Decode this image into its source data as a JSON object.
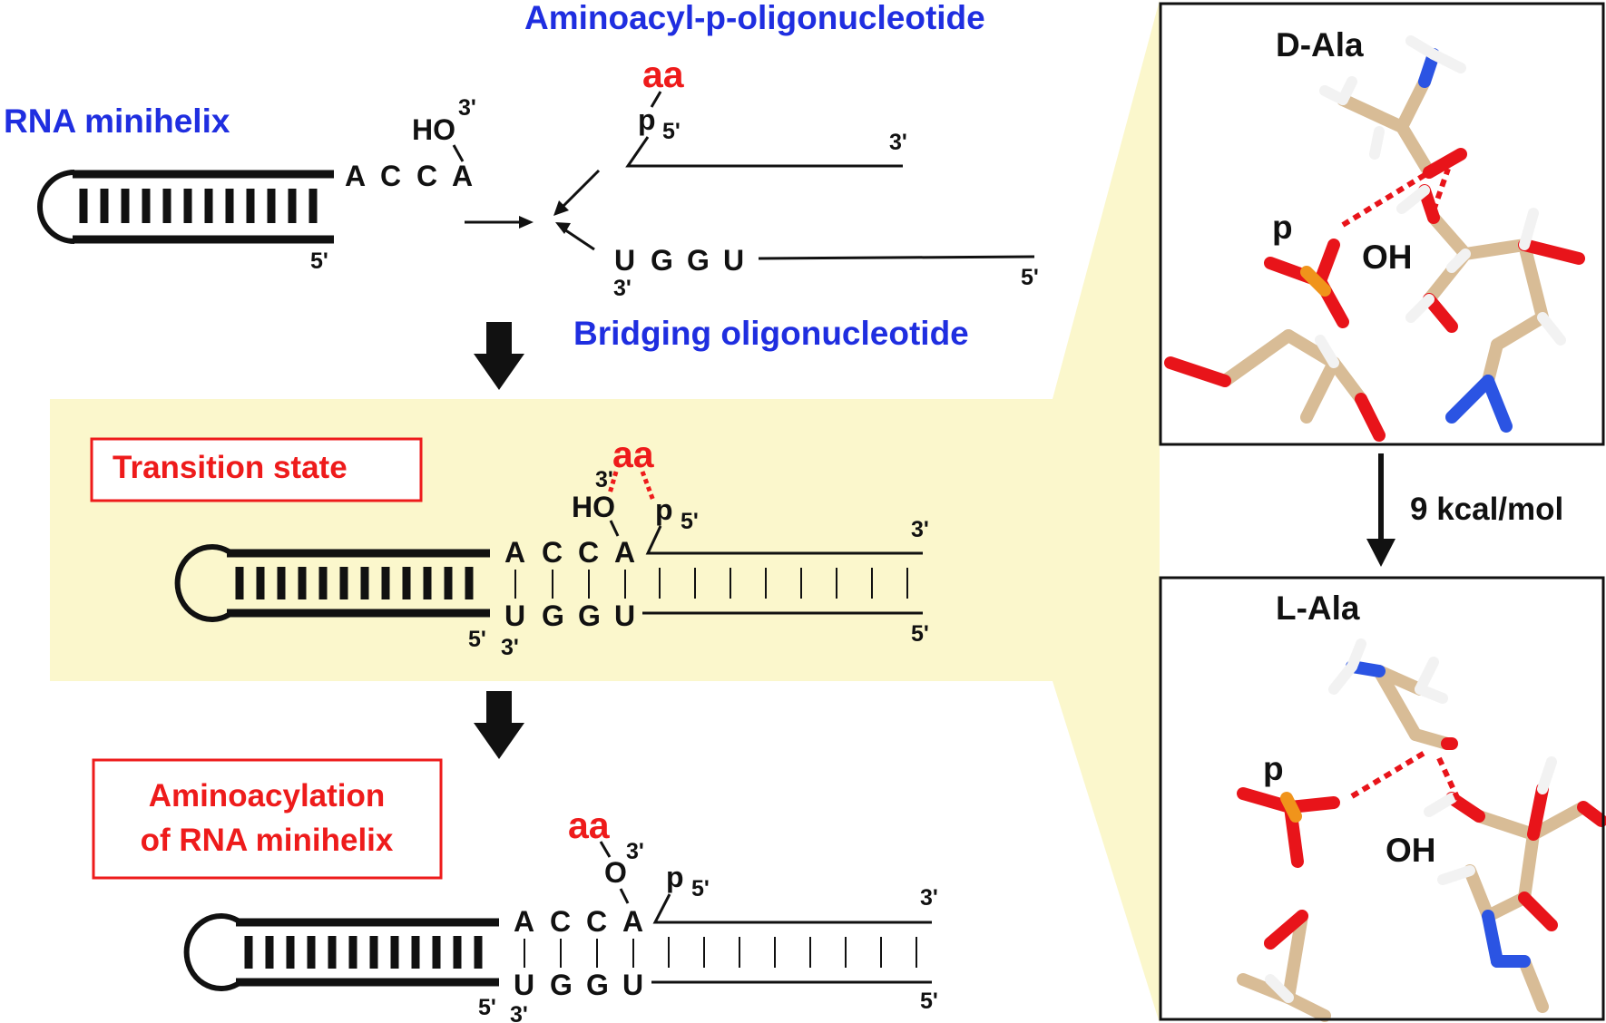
{
  "labels": {
    "aminoacyl_oligo": "Aminoacyl-p-oligonucleotide",
    "rna_minihelix": "RNA minihelix",
    "bridging_oligo": "Bridging oligonucleotide",
    "transition_state": "Transition state",
    "aminoacylation_line1": "Aminoacylation",
    "aminoacylation_line2": "of RNA minihelix",
    "d_ala": "D-Ala",
    "l_ala": "L-Ala",
    "energy": "9 kcal/mol"
  },
  "chem": {
    "aa": "aa",
    "ho": "HO",
    "o": "O",
    "oh": "OH",
    "p": "p",
    "prime3": "3'",
    "prime5": "5'"
  },
  "sequences": {
    "acca": [
      "A",
      "C",
      "C",
      "A"
    ],
    "uggu": [
      "U",
      "G",
      "G",
      "U"
    ]
  },
  "colors": {
    "title_blue": "#1f2ee0",
    "accent_red": "#ee1b1b",
    "highlight_yellow": "#fbf7cc",
    "carbon": "#d8bc96",
    "oxygen": "#e8141a",
    "nitrogen": "#2b54e3",
    "phosphorus": "#f0941b",
    "hydrogen": "#f2f2f2"
  }
}
